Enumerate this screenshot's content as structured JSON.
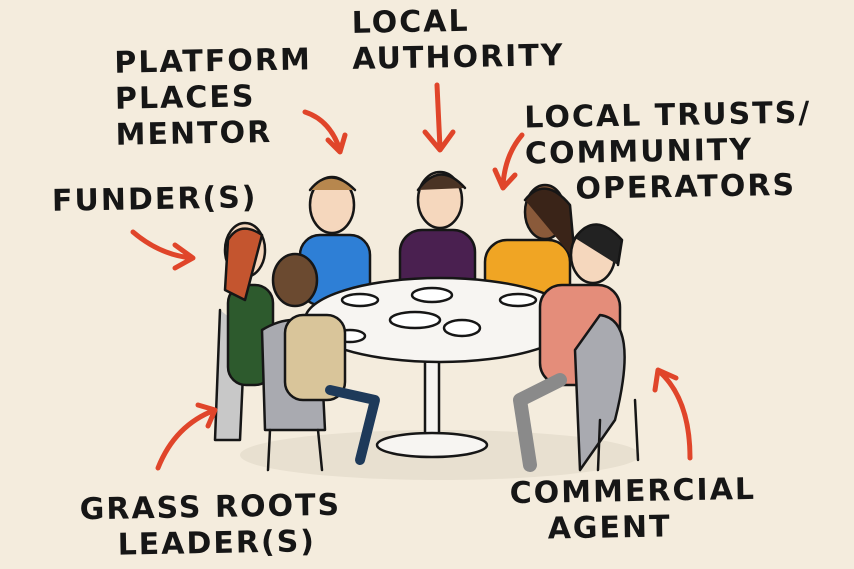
{
  "labels": {
    "platform_places_mentor": "PLATFORM\nPLACES\nMENTOR",
    "local_authority": "LOCAL\nAUTHORITY",
    "local_trusts": "LOCAL TRUSTS/\nCOMMUNITY\n    OPERATORS",
    "funders": "FUNDER(S)",
    "grass_roots": "GRASS ROOTS\n   LEADER(S)",
    "commercial_agent": "COMMERCIAL\n   AGENT"
  },
  "colors": {
    "background": "#f4ecdd",
    "arrow": "#e0452a",
    "ink": "#161616"
  }
}
